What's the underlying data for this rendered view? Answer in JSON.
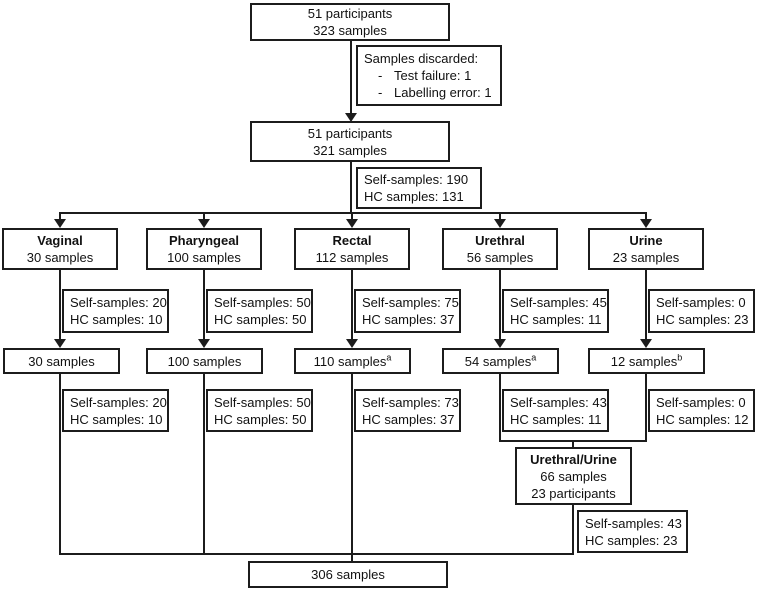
{
  "colors": {
    "ink": "#1c1c1c",
    "background": "#ffffff"
  },
  "flow": {
    "enrollment": {
      "line1": "51 participants",
      "line2": "323 samples"
    },
    "discarded": {
      "title": "Samples discarded:",
      "bullet": "-",
      "items": [
        "Test failure: 1",
        "Labelling error: 1"
      ]
    },
    "after_discard": {
      "line1": "51 participants",
      "line2": "321 samples"
    },
    "overall_split": {
      "line1": "Self-samples: 190",
      "line2": "HC samples: 131"
    },
    "branches": [
      {
        "name": "Vaginal",
        "total": "30 samples",
        "split_before": {
          "line1": "Self-samples: 20",
          "line2": "HC samples: 10"
        },
        "included": "30 samples",
        "included_sup": "",
        "split_after": {
          "line1": "Self-samples: 20",
          "line2": "HC samples: 10"
        }
      },
      {
        "name": "Pharyngeal",
        "total": "100 samples",
        "split_before": {
          "line1": "Self-samples: 50",
          "line2": "HC samples: 50"
        },
        "included": "100 samples",
        "included_sup": "",
        "split_after": {
          "line1": "Self-samples: 50",
          "line2": "HC samples: 50"
        }
      },
      {
        "name": "Rectal",
        "total": "112 samples",
        "split_before": {
          "line1": "Self-samples: 75",
          "line2": "HC samples: 37"
        },
        "included": "110 samples",
        "included_sup": "a",
        "split_after": {
          "line1": "Self-samples: 73",
          "line2": "HC samples: 37"
        }
      },
      {
        "name": "Urethral",
        "total": "56 samples",
        "split_before": {
          "line1": "Self-samples: 45",
          "line2": "HC samples: 11"
        },
        "included": "54 samples",
        "included_sup": "a",
        "split_after": {
          "line1": "Self-samples: 43",
          "line2": "HC samples: 11"
        }
      },
      {
        "name": "Urine",
        "total": "23 samples",
        "split_before": {
          "line1": "Self-samples: 0",
          "line2": "HC samples: 23"
        },
        "included": "12 samples",
        "included_sup": "b",
        "split_after": {
          "line1": "Self-samples: 0",
          "line2": "HC samples: 12"
        }
      }
    ],
    "merged": {
      "title": "Urethral/Urine",
      "line2": "66 samples",
      "line3": "23 participants"
    },
    "merged_split": {
      "line1": "Self-samples: 43",
      "line2": "HC samples: 23"
    },
    "total": {
      "label": "306 samples"
    }
  }
}
